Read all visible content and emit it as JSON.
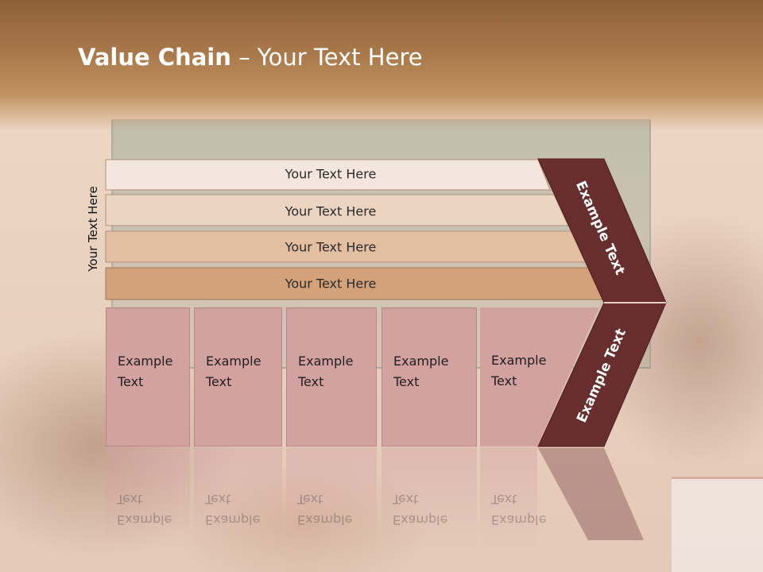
{
  "slide": {
    "title_bold": "Value Chain",
    "title_rest": " – Your Text Here",
    "side_label": "Your Text Here",
    "bands": [
      "Your Text Here",
      "Your Text Here",
      "Your Text Here",
      "Your Text Here"
    ],
    "boxes": [
      "Example\nText",
      "Example\nText",
      "Example\nText",
      "Example\nText",
      "Example\nText"
    ],
    "arrow_upper": "Example Text",
    "arrow_lower": "Example Text"
  },
  "colors": {
    "band1": "#f4e6dc",
    "band2": "#ecd4c2",
    "band3": "#e3bfa2",
    "band4": "#d4a27a",
    "box": "#d3a1a0",
    "arrow": "#672e2d"
  }
}
